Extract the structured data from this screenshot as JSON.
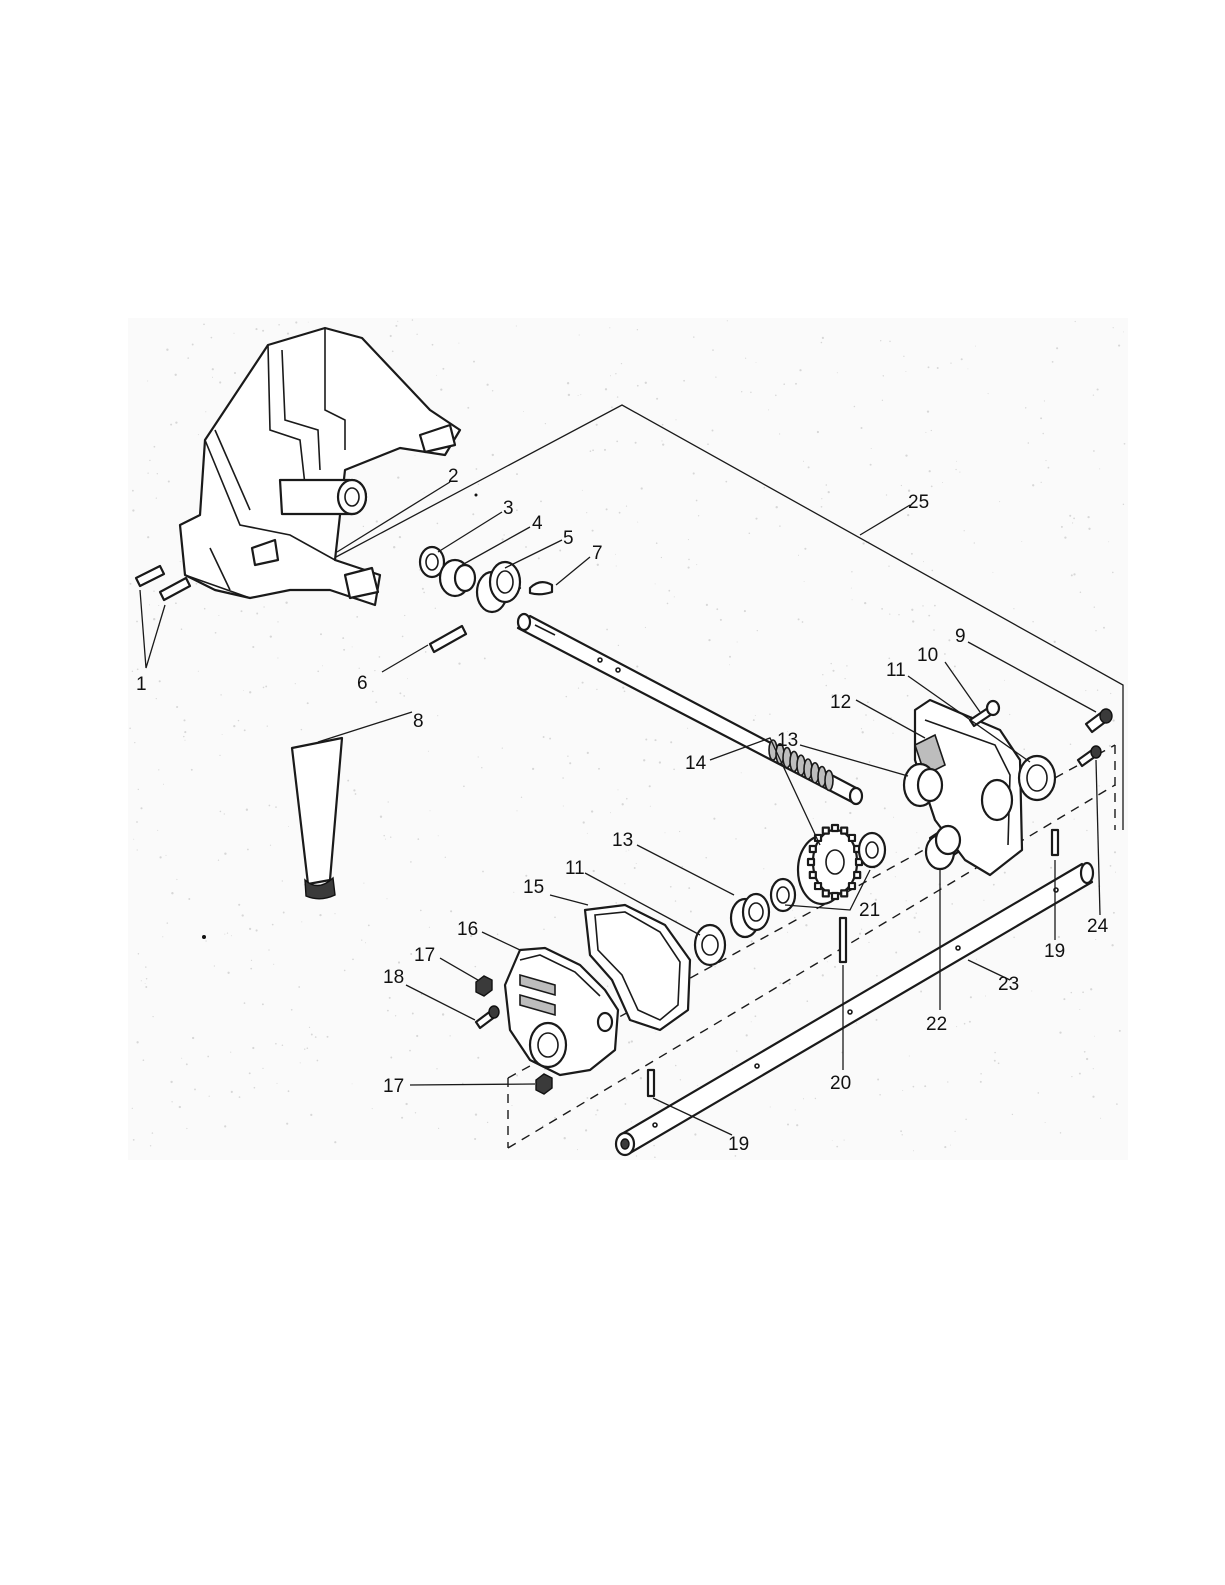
{
  "diagram": {
    "callouts": [
      {
        "id": "c1",
        "text": "1"
      },
      {
        "id": "c2",
        "text": "2"
      },
      {
        "id": "c3",
        "text": "3"
      },
      {
        "id": "c4",
        "text": "4"
      },
      {
        "id": "c5",
        "text": "5"
      },
      {
        "id": "c6",
        "text": "6"
      },
      {
        "id": "c7",
        "text": "7"
      },
      {
        "id": "c8",
        "text": "8"
      },
      {
        "id": "c9",
        "text": "9"
      },
      {
        "id": "c10",
        "text": "10"
      },
      {
        "id": "c11a",
        "text": "11"
      },
      {
        "id": "c11b",
        "text": "11"
      },
      {
        "id": "c12",
        "text": "12"
      },
      {
        "id": "c13a",
        "text": "13"
      },
      {
        "id": "c13b",
        "text": "13"
      },
      {
        "id": "c14",
        "text": "14"
      },
      {
        "id": "c15",
        "text": "15"
      },
      {
        "id": "c16",
        "text": "16"
      },
      {
        "id": "c17a",
        "text": "17"
      },
      {
        "id": "c17b",
        "text": "17"
      },
      {
        "id": "c18",
        "text": "18"
      },
      {
        "id": "c19a",
        "text": "19"
      },
      {
        "id": "c19b",
        "text": "19"
      },
      {
        "id": "c20",
        "text": "20"
      },
      {
        "id": "c21",
        "text": "21"
      },
      {
        "id": "c22",
        "text": "22"
      },
      {
        "id": "c23",
        "text": "23"
      },
      {
        "id": "c24",
        "text": "24"
      },
      {
        "id": "c25",
        "text": "25"
      }
    ]
  }
}
